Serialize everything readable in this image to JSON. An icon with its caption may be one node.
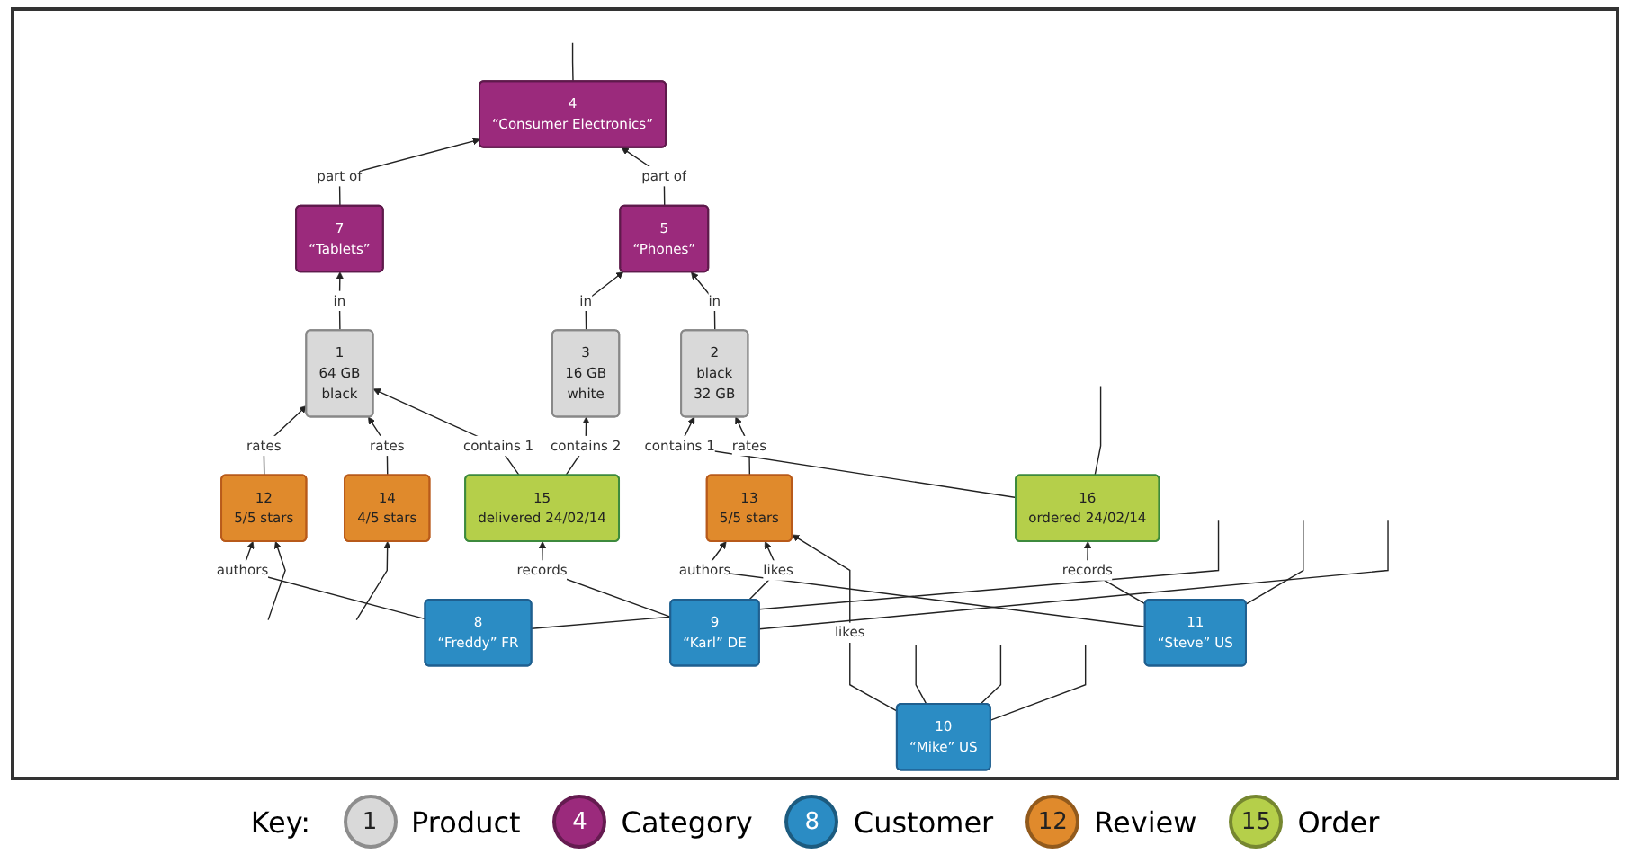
{
  "diagram": {
    "nodes": [
      {
        "text": [
          "1",
          "64 GB",
          "black"
        ]
      },
      {
        "text": [
          "2",
          "black",
          "32 GB"
        ]
      },
      {
        "text": [
          "3",
          "16 GB",
          "white"
        ]
      },
      {
        "text": [
          "4",
          "“Consumer Electronics”"
        ]
      },
      {
        "text": [
          "5",
          "“Phones”"
        ]
      },
      {
        "text": [
          "7",
          "“Tablets”"
        ]
      },
      {
        "text": [
          "8",
          "“Freddy” FR"
        ]
      },
      {
        "text": [
          "9",
          "“Karl” DE"
        ]
      },
      {
        "text": [
          "10",
          "“Mike” US"
        ]
      },
      {
        "text": [
          "11",
          "“Steve” US"
        ]
      },
      {
        "text": [
          "12",
          "5/5 stars"
        ]
      },
      {
        "text": [
          "13",
          "5/5 stars"
        ]
      },
      {
        "text": [
          "14",
          "4/5 stars"
        ]
      },
      {
        "text": [
          "15",
          "delivered 24/02/14"
        ]
      },
      {
        "text": [
          "16",
          "ordered 24/02/14"
        ]
      }
    ],
    "edges": [
      {
        "from": 6,
        "to": 10,
        "arrow": "to",
        "label": "authors"
      },
      {
        "from": 10,
        "to": 0,
        "arrow": "to",
        "label": "rates"
      },
      {
        "from": 12,
        "to": 0,
        "arrow": "to",
        "label": "rates"
      },
      {
        "from": 0,
        "to": 5,
        "arrow": "to",
        "label": "in"
      },
      {
        "from": 5,
        "to": 3,
        "arrow": "to",
        "label": "part of"
      },
      {
        "from": 4,
        "to": 3,
        "arrow": "to",
        "label": "part of"
      },
      {
        "from": 2,
        "to": 4,
        "arrow": "to",
        "label": "in"
      },
      {
        "from": 1,
        "to": 4,
        "arrow": "to",
        "label": "in"
      },
      {
        "from": 14,
        "to": 1,
        "arrow": "to",
        "label": "contains 1"
      },
      {
        "from": 11,
        "to": 1,
        "arrow": "to",
        "label": "rates"
      },
      {
        "from": 9,
        "to": 11,
        "arrow": "to",
        "label": "authors"
      },
      {
        "from": 9,
        "to": 14,
        "arrow": "to",
        "label": "records"
      },
      {
        "from": 7,
        "to": 11,
        "arrow": "to",
        "label": "likes"
      },
      {
        "from": 8,
        "to": 11,
        "arrow": "to",
        "label": "likes"
      },
      {
        "from": 7,
        "to": 13,
        "arrow": "to",
        "label": "records"
      },
      {
        "from": 13,
        "to": 0,
        "arrow": "to",
        "label": "contains 1"
      },
      {
        "from": 13,
        "to": 2,
        "arrow": "to",
        "label": "contains 2"
      },
      {
        "from": null,
        "to": 10,
        "arrow": "to"
      },
      {
        "from": null,
        "to": 12,
        "arrow": "to"
      },
      {
        "from": 6,
        "to": null,
        "arrow": "none"
      },
      {
        "from": 3,
        "to": null,
        "arrow": "none"
      },
      {
        "from": 14,
        "to": null,
        "arrow": "none"
      },
      {
        "from": 9,
        "to": null,
        "arrow": "none"
      },
      {
        "from": 7,
        "to": null,
        "arrow": "none"
      },
      {
        "from": 8,
        "to": null,
        "arrow": "none"
      },
      {
        "from": 8,
        "to": null,
        "arrow": "none"
      },
      {
        "from": 8,
        "to": null,
        "arrow": "none"
      }
    ],
    "labels": [
      "Key:",
      "1",
      "4",
      "8",
      "12",
      "15"
    ],
    "legend": [
      {
        "text": "Product",
        "color": "#d9d9d9"
      },
      {
        "text": "Category",
        "color": "#9b2a7c"
      },
      {
        "text": "Customer",
        "color": "#2b8cc4"
      },
      {
        "text": "Review",
        "color": "#e08a2c"
      },
      {
        "text": "Order",
        "color": "#b5cf4a"
      }
    ]
  }
}
